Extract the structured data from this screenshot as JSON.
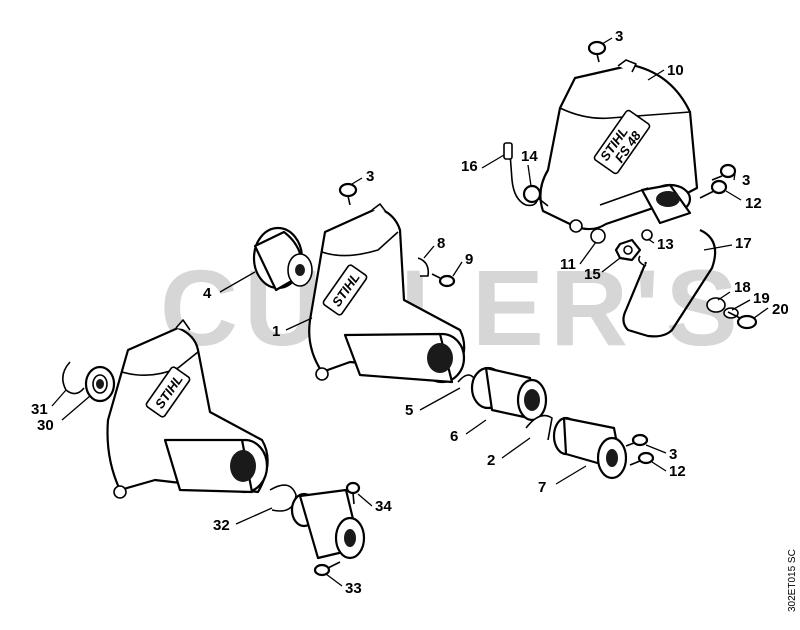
{
  "watermark": "CUTLER'S",
  "reference_code": "302ET015 SC",
  "housing_logo": "STIHL",
  "housing_model": "FS 48",
  "callouts": {
    "c1": "1",
    "c2": "2",
    "c3a": "3",
    "c3b": "3",
    "c3c": "3",
    "c3d": "3",
    "c4": "4",
    "c5": "5",
    "c6": "6",
    "c7": "7",
    "c8": "8",
    "c9": "9",
    "c10": "10",
    "c11": "11",
    "c12a": "12",
    "c12b": "12",
    "c13": "13",
    "c14": "14",
    "c15": "15",
    "c16": "16",
    "c17": "17",
    "c18": "18",
    "c19": "19",
    "c20": "20",
    "c30": "30",
    "c31": "31",
    "c32": "32",
    "c33": "33",
    "c34": "34"
  }
}
